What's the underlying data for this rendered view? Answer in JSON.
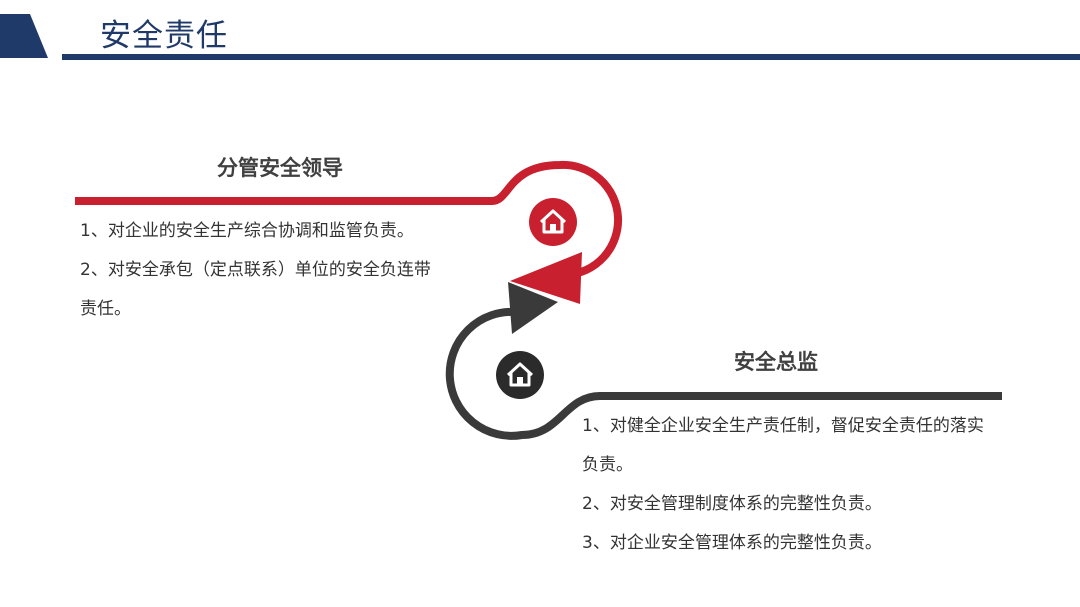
{
  "header": {
    "title": "安全责任"
  },
  "sections": [
    {
      "title": "分管安全领导",
      "icon": "home-icon",
      "color": "#c8202e",
      "items": [
        "1、对企业的安全生产综合协调和监管负责。",
        "2、对安全承包（定点联系）单位的安全负连带责任。"
      ]
    },
    {
      "title": "安全总监",
      "icon": "home-icon",
      "color": "#3a3a3a",
      "items": [
        "1、对健全企业安全生产责任制，督促安全责任的落实负责。",
        "2、对安全管理制度体系的完整性负责。",
        "3、对企业安全管理体系的完整性负责。"
      ]
    }
  ],
  "colors": {
    "navy": "#1f3a68",
    "red": "#c8202e",
    "dark": "#3a3a3a"
  }
}
